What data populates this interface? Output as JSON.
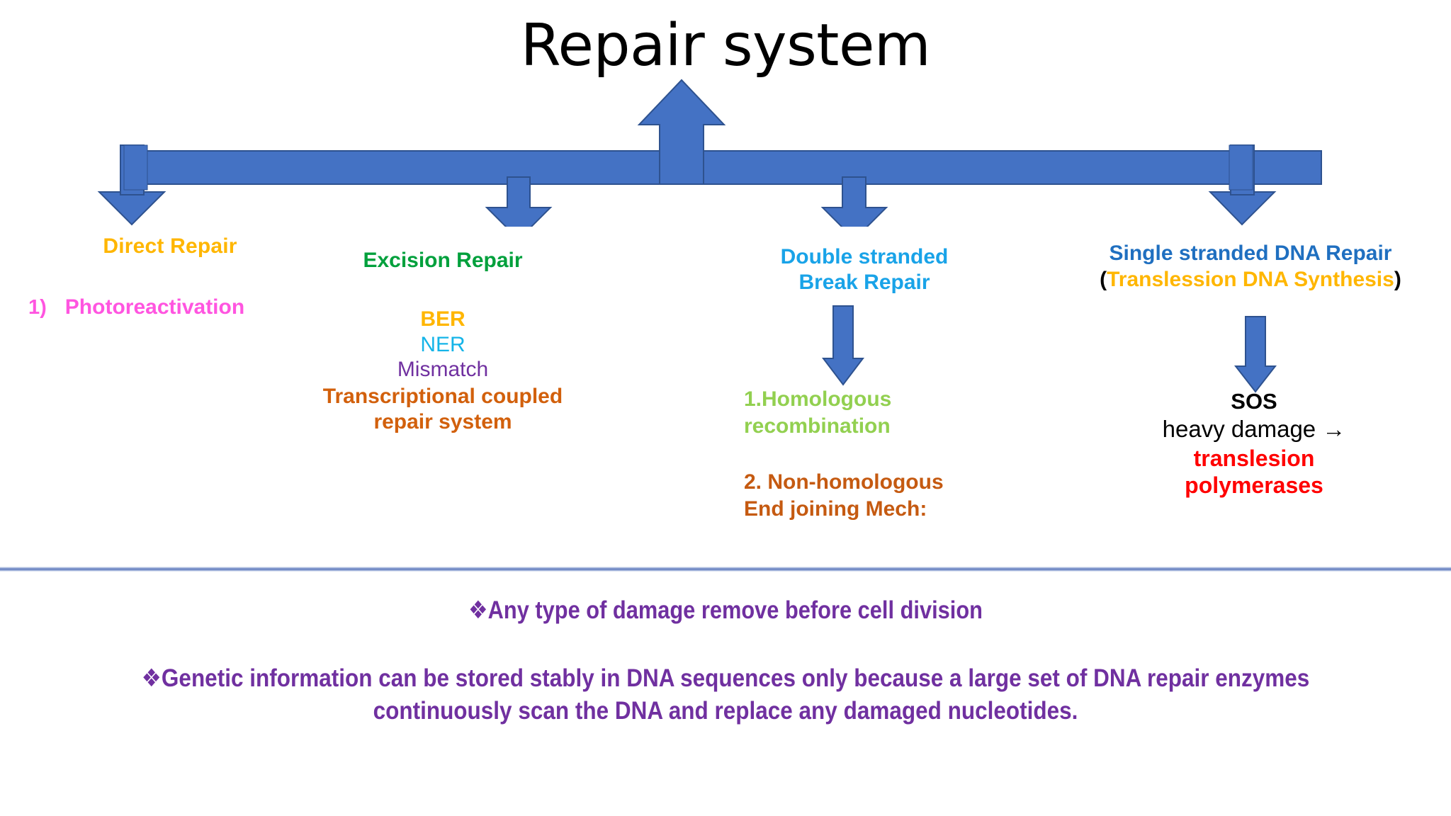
{
  "title": "Repair system",
  "diagram": {
    "arrow_color": "#4472C4",
    "arrow_stroke": "#2E528F",
    "branches": [
      {
        "name": "Direct Repair",
        "direction": "down"
      },
      {
        "name": "Excision Repair",
        "direction": "down"
      },
      {
        "name": "Double stranded Break Repair",
        "direction": "down"
      },
      {
        "name": "Single stranded DNA Repair",
        "direction": "down"
      },
      {
        "name": "Repair system",
        "direction": "up"
      }
    ]
  },
  "columns": {
    "direct_repair": {
      "title": "Direct Repair",
      "title_color": "#FFB600",
      "items": [
        {
          "number": "1)",
          "label": "Photoreactivation",
          "color": "#FF55E0"
        }
      ]
    },
    "excision_repair": {
      "title": "Excision Repair",
      "title_color": "#00A03C",
      "items": [
        {
          "label": "BER",
          "color": "#FFB600",
          "bold": true
        },
        {
          "label": "NER",
          "color": "#14B4E8",
          "bold": false
        },
        {
          "label": "Mismatch",
          "color": "#7030A0",
          "bold": false
        },
        {
          "label": "Transcriptional coupled\nrepair system",
          "color": "#D2600C",
          "bold": true
        }
      ]
    },
    "double_stranded_break_repair": {
      "title": "Double stranded\nBreak Repair",
      "title_color": "#19A3E8",
      "items": [
        {
          "label": "1.Homologous\nrecombination",
          "color": "#92D050"
        },
        {
          "label": "2. Non-homologous\nEnd joining Mech:",
          "color": "#C55A11"
        }
      ]
    },
    "single_stranded_dna_repair": {
      "title": "Single stranded DNA Repair",
      "title_color": "#1F6FC0",
      "subtitle_open": "(",
      "subtitle_highlight": "Translession DNA Synthesis",
      "subtitle_close": ")",
      "subtitle_highlight_color": "#FFB600",
      "sos": {
        "label": "SOS",
        "heavy_damage": "heavy damage →",
        "result": "translesion\npolymerases",
        "result_color": "#FF0000"
      }
    }
  },
  "notes": {
    "bullet": "❖",
    "items": [
      "Any type of damage remove before cell division",
      "Genetic information can be stored stably in DNA sequences only because a large set of DNA repair enzymes continuously scan the DNA and replace any damaged nucleotides."
    ],
    "color": "#7030A0"
  }
}
